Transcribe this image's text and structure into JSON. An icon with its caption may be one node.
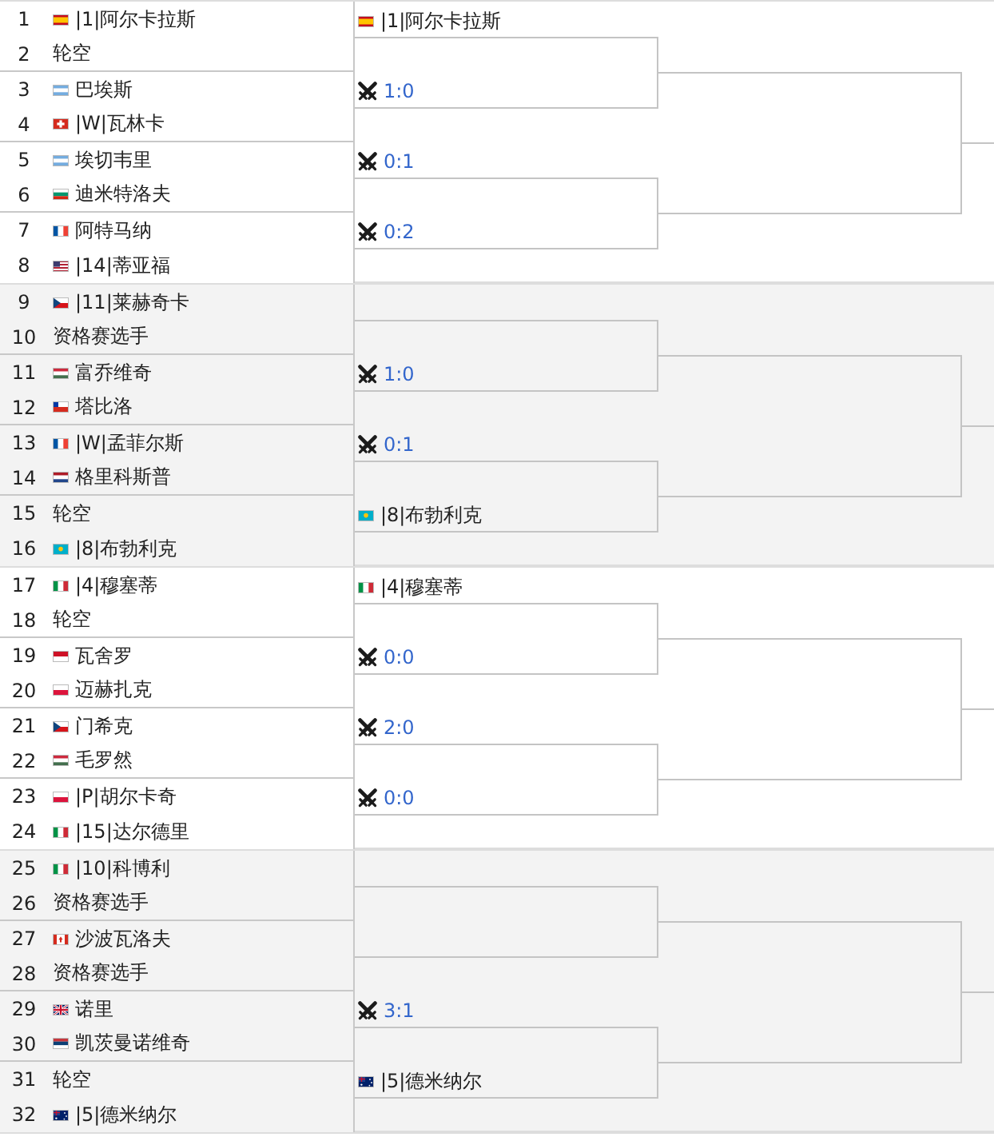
{
  "diagram": {
    "nodes": [
      {
        "text": [
          "1",
          "|1|阿尔卡拉斯"
        ]
      },
      {
        "text": [
          "2",
          "轮空"
        ]
      },
      {
        "text": [
          "3",
          "巴埃斯"
        ]
      },
      {
        "text": [
          "4",
          "|W|瓦林卡"
        ]
      },
      {
        "text": [
          "5",
          "埃切韦里"
        ]
      },
      {
        "text": [
          "6",
          "迪米特洛夫"
        ]
      },
      {
        "text": [
          "7",
          "阿特马纳"
        ]
      },
      {
        "text": [
          "8",
          "|14|蒂亚福"
        ]
      },
      {
        "text": [
          "9",
          "|11|莱赫奇卡"
        ]
      },
      {
        "text": [
          "10",
          "资格赛选手"
        ]
      },
      {
        "text": [
          "11",
          "富乔维奇"
        ]
      },
      {
        "text": [
          "12",
          "塔比洛"
        ]
      },
      {
        "text": [
          "13",
          "|W|孟菲尔斯"
        ]
      },
      {
        "text": [
          "14",
          "格里科斯普"
        ]
      },
      {
        "text": [
          "15",
          "轮空"
        ]
      },
      {
        "text": [
          "16",
          "|8|布勃利克"
        ]
      },
      {
        "text": [
          "17",
          "|4|穆塞蒂"
        ]
      },
      {
        "text": [
          "18",
          "轮空"
        ]
      },
      {
        "text": [
          "19",
          "瓦舍罗"
        ]
      },
      {
        "text": [
          "20",
          "迈赫扎克"
        ]
      },
      {
        "text": [
          "21",
          "门希克"
        ]
      },
      {
        "text": [
          "22",
          "毛罗然"
        ]
      },
      {
        "text": [
          "23",
          "|P|胡尔卡奇"
        ]
      },
      {
        "text": [
          "24",
          "|15|达尔德里"
        ]
      },
      {
        "text": [
          "25",
          "|10|科博利"
        ]
      },
      {
        "text": [
          "26",
          "资格赛选手"
        ]
      },
      {
        "text": [
          "27",
          "沙波瓦洛夫"
        ]
      },
      {
        "text": [
          "28",
          "资格赛选手"
        ]
      },
      {
        "text": [
          "29",
          "诺里"
        ]
      },
      {
        "text": [
          "30",
          "凯茨曼诺维奇"
        ]
      },
      {
        "text": [
          "31",
          "轮空"
        ]
      },
      {
        "text": [
          "32",
          "|5|德米纳尔"
        ]
      },
      {
        "text": [
          "|1|阿尔卡拉斯"
        ]
      },
      {
        "text": [
          "1:0"
        ]
      },
      {
        "text": [
          "0:1"
        ]
      },
      {
        "text": [
          "0:2"
        ]
      },
      {
        "text": [],
        "shape": "line"
      },
      {
        "text": [
          "1:0"
        ]
      },
      {
        "text": [
          "0:1"
        ]
      },
      {
        "text": [
          "|8|布勃利克"
        ]
      },
      {
        "text": [
          "|4|穆塞蒂"
        ]
      },
      {
        "text": [
          "0:0"
        ]
      },
      {
        "text": [
          "2:0"
        ]
      },
      {
        "text": [
          "0:0"
        ]
      },
      {
        "text": [],
        "shape": "line"
      },
      {
        "text": [],
        "shape": "line"
      },
      {
        "text": [
          "3:1"
        ]
      },
      {
        "text": [
          "|5|德米纳尔"
        ]
      },
      {
        "text": [],
        "shape": "line"
      },
      {
        "text": [],
        "shape": "line"
      },
      {
        "text": [],
        "shape": "line"
      },
      {
        "text": [],
        "shape": "line"
      },
      {
        "text": [],
        "shape": "line"
      },
      {
        "text": [],
        "shape": "line"
      },
      {
        "text": [],
        "shape": "line"
      },
      {
        "text": [],
        "shape": "line"
      },
      {
        "text": [],
        "shape": "line"
      },
      {
        "text": [],
        "shape": "line"
      },
      {
        "text": [],
        "shape": "line"
      },
      {
        "text": [],
        "shape": "line"
      }
    ],
    "edges": [
      {
        "from": 32,
        "to": 48,
        "arrow": "none"
      },
      {
        "from": 33,
        "to": 48,
        "arrow": "none"
      },
      {
        "from": 34,
        "to": 49,
        "arrow": "none"
      },
      {
        "from": 35,
        "to": 49,
        "arrow": "none"
      },
      {
        "from": 36,
        "to": 50,
        "arrow": "none"
      },
      {
        "from": 37,
        "to": 50,
        "arrow": "none"
      },
      {
        "from": 38,
        "to": 51,
        "arrow": "none"
      },
      {
        "from": 39,
        "to": 51,
        "arrow": "none"
      },
      {
        "from": 40,
        "to": 52,
        "arrow": "none"
      },
      {
        "from": 41,
        "to": 52,
        "arrow": "none"
      },
      {
        "from": 42,
        "to": 53,
        "arrow": "none"
      },
      {
        "from": 43,
        "to": 53,
        "arrow": "none"
      },
      {
        "from": 44,
        "to": 54,
        "arrow": "none"
      },
      {
        "from": 45,
        "to": 54,
        "arrow": "none"
      },
      {
        "from": 46,
        "to": 55,
        "arrow": "none"
      },
      {
        "from": 47,
        "to": 55,
        "arrow": "none"
      },
      {
        "from": 48,
        "to": 56,
        "arrow": "none"
      },
      {
        "from": 49,
        "to": 56,
        "arrow": "none"
      },
      {
        "from": 50,
        "to": 57,
        "arrow": "none"
      },
      {
        "from": 51,
        "to": 57,
        "arrow": "none"
      },
      {
        "from": 52,
        "to": 58,
        "arrow": "none"
      },
      {
        "from": 53,
        "to": 58,
        "arrow": "none"
      },
      {
        "from": 54,
        "to": 59,
        "arrow": "none"
      },
      {
        "from": 55,
        "to": 59,
        "arrow": "none"
      }
    ]
  }
}
